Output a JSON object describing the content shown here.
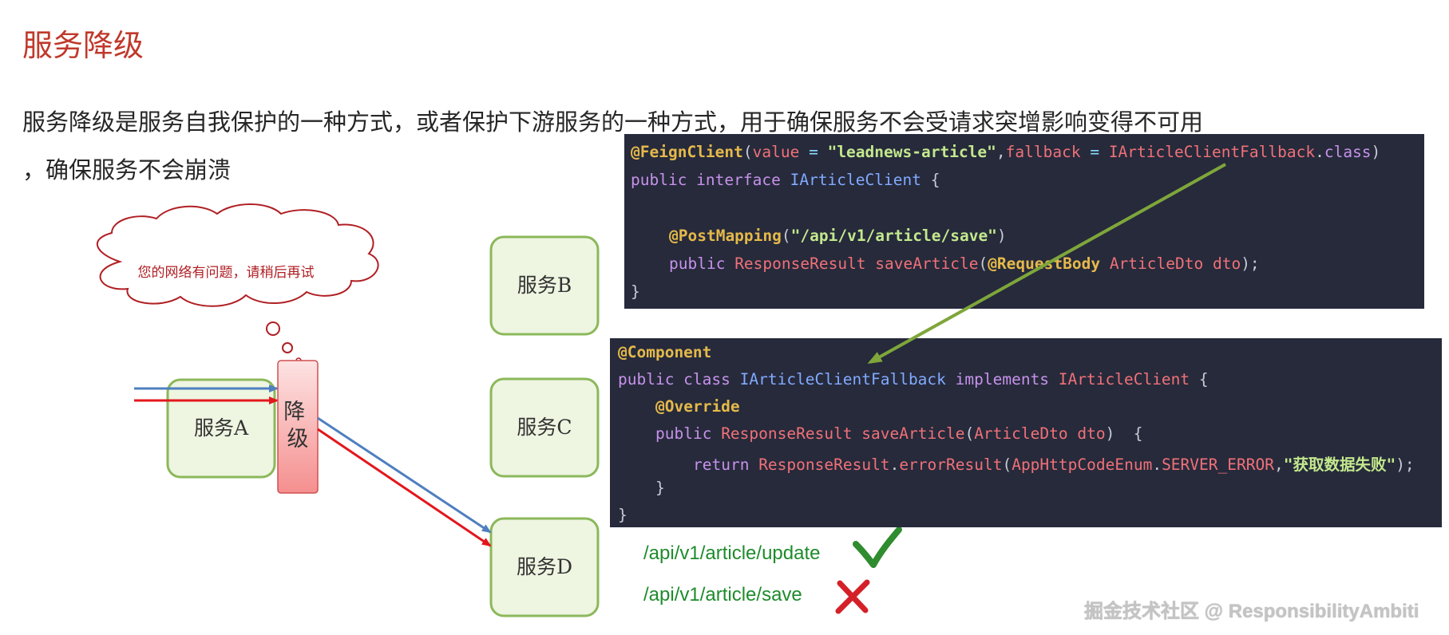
{
  "title": "服务降级",
  "description": {
    "line1": "服务降级是服务自我保护的一种方式，或者保护下游服务的一种方式，用于确保服务不会受请求突增影响变得不可用",
    "line2": "，确保服务不会崩溃"
  },
  "diagram": {
    "cloud_text": "您的网络有问题，请稍后再试",
    "service_a": "服务A",
    "degrade": "降级",
    "service_b": "服务B",
    "service_c": "服务C",
    "service_d": "服务D"
  },
  "code1": {
    "l1": {
      "ann": "@FeignClient",
      "p1": "(",
      "k1": "value",
      "op1": " = ",
      "s1": "\"leadnews-article\"",
      "p2": ",",
      "k2": "fallback",
      "op2": " = ",
      "c1": "IArticleClientFallback",
      "p3": ".",
      "k3": "class",
      "p4": ")"
    },
    "l2": {
      "kw": "public interface ",
      "ty": "IArticleClient",
      "p": " {"
    },
    "l4": {
      "ann": "@PostMapping",
      "p1": "(",
      "s1": "\"/api/v1/article/save\"",
      "p2": ")"
    },
    "l5": {
      "kw": "public ",
      "c1": "ResponseResult ",
      "fn": "saveArticle",
      "p1": "(",
      "ann": "@RequestBody",
      "c2": " ArticleDto",
      "c3": " dto",
      "p2": ");"
    },
    "l6": "}"
  },
  "code2": {
    "l1": "@Component",
    "l2": {
      "kw1": "public class ",
      "ty": "IArticleClientFallback",
      "kw2": " implements ",
      "c1": "IArticleClient",
      "p": " {"
    },
    "l3": "@Override",
    "l4": {
      "kw": "public ",
      "c1": "ResponseResult ",
      "fn": "saveArticle",
      "p1": "(",
      "c2": "ArticleDto",
      "c3": " dto",
      "p2": ")  {"
    },
    "l5": {
      "kw": "return ",
      "c1": "ResponseResult",
      "p1": ".",
      "fn": "errorResult",
      "p2": "(",
      "c2": "AppHttpCodeEnum",
      "p3": ".",
      "c3": "SERVER_ERROR",
      "p4": ",",
      "s1": "\"获取数据失败\"",
      "p5": ");"
    },
    "l6": "}",
    "l7": "}"
  },
  "api_list": [
    {
      "path": "/api/v1/article/update",
      "status": "ok",
      "icon": "check-icon"
    },
    {
      "path": "/api/v1/article/save",
      "status": "fail",
      "icon": "cross-icon"
    }
  ],
  "watermark": "掘金技术社区 @ ResponsibilityAmbiti",
  "colors": {
    "title": "#c0392b",
    "box_border": "#8bb85a",
    "box_fill": "#eef5e1",
    "degrade_fill": "#f7a3a3",
    "arrow_blue": "#4f7fbf",
    "arrow_red": "#e3171c",
    "code_bg": "#262a3b",
    "green_arrow": "#7ea63a"
  }
}
